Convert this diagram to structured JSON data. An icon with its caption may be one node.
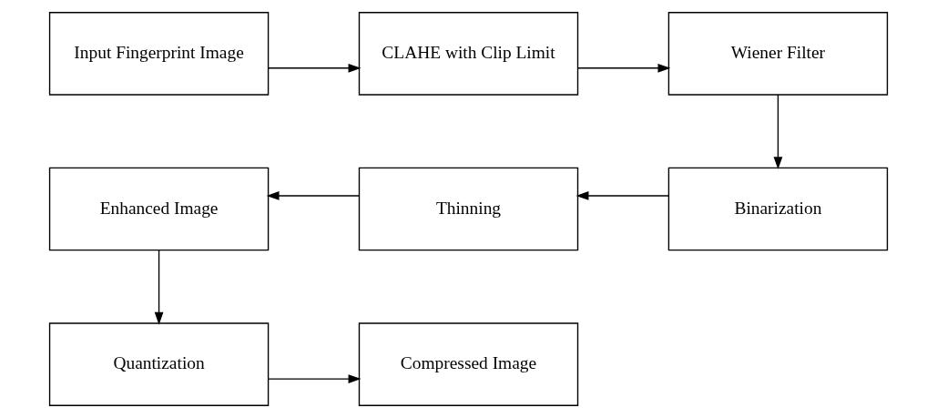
{
  "diagram": {
    "nodes": [
      {
        "text": [
          "Input Fingerprint Image"
        ]
      },
      {
        "text": [
          "CLAHE with Clip Limit"
        ]
      },
      {
        "text": [
          "Wiener Filter"
        ]
      },
      {
        "text": [
          "Binarization"
        ]
      },
      {
        "text": [
          "Thinning"
        ]
      },
      {
        "text": [
          "Enhanced Image"
        ]
      },
      {
        "text": [
          "Quantization"
        ]
      },
      {
        "text": [
          "Compressed Image"
        ]
      }
    ],
    "edges": [
      {
        "from": 0,
        "to": 1,
        "arrow": "to"
      },
      {
        "from": 1,
        "to": 2,
        "arrow": "to"
      },
      {
        "from": 2,
        "to": 3,
        "arrow": "to"
      },
      {
        "from": 3,
        "to": 4,
        "arrow": "to"
      },
      {
        "from": 4,
        "to": 5,
        "arrow": "to"
      },
      {
        "from": 5,
        "to": 6,
        "arrow": "to"
      },
      {
        "from": 6,
        "to": 7,
        "arrow": "to"
      }
    ]
  }
}
